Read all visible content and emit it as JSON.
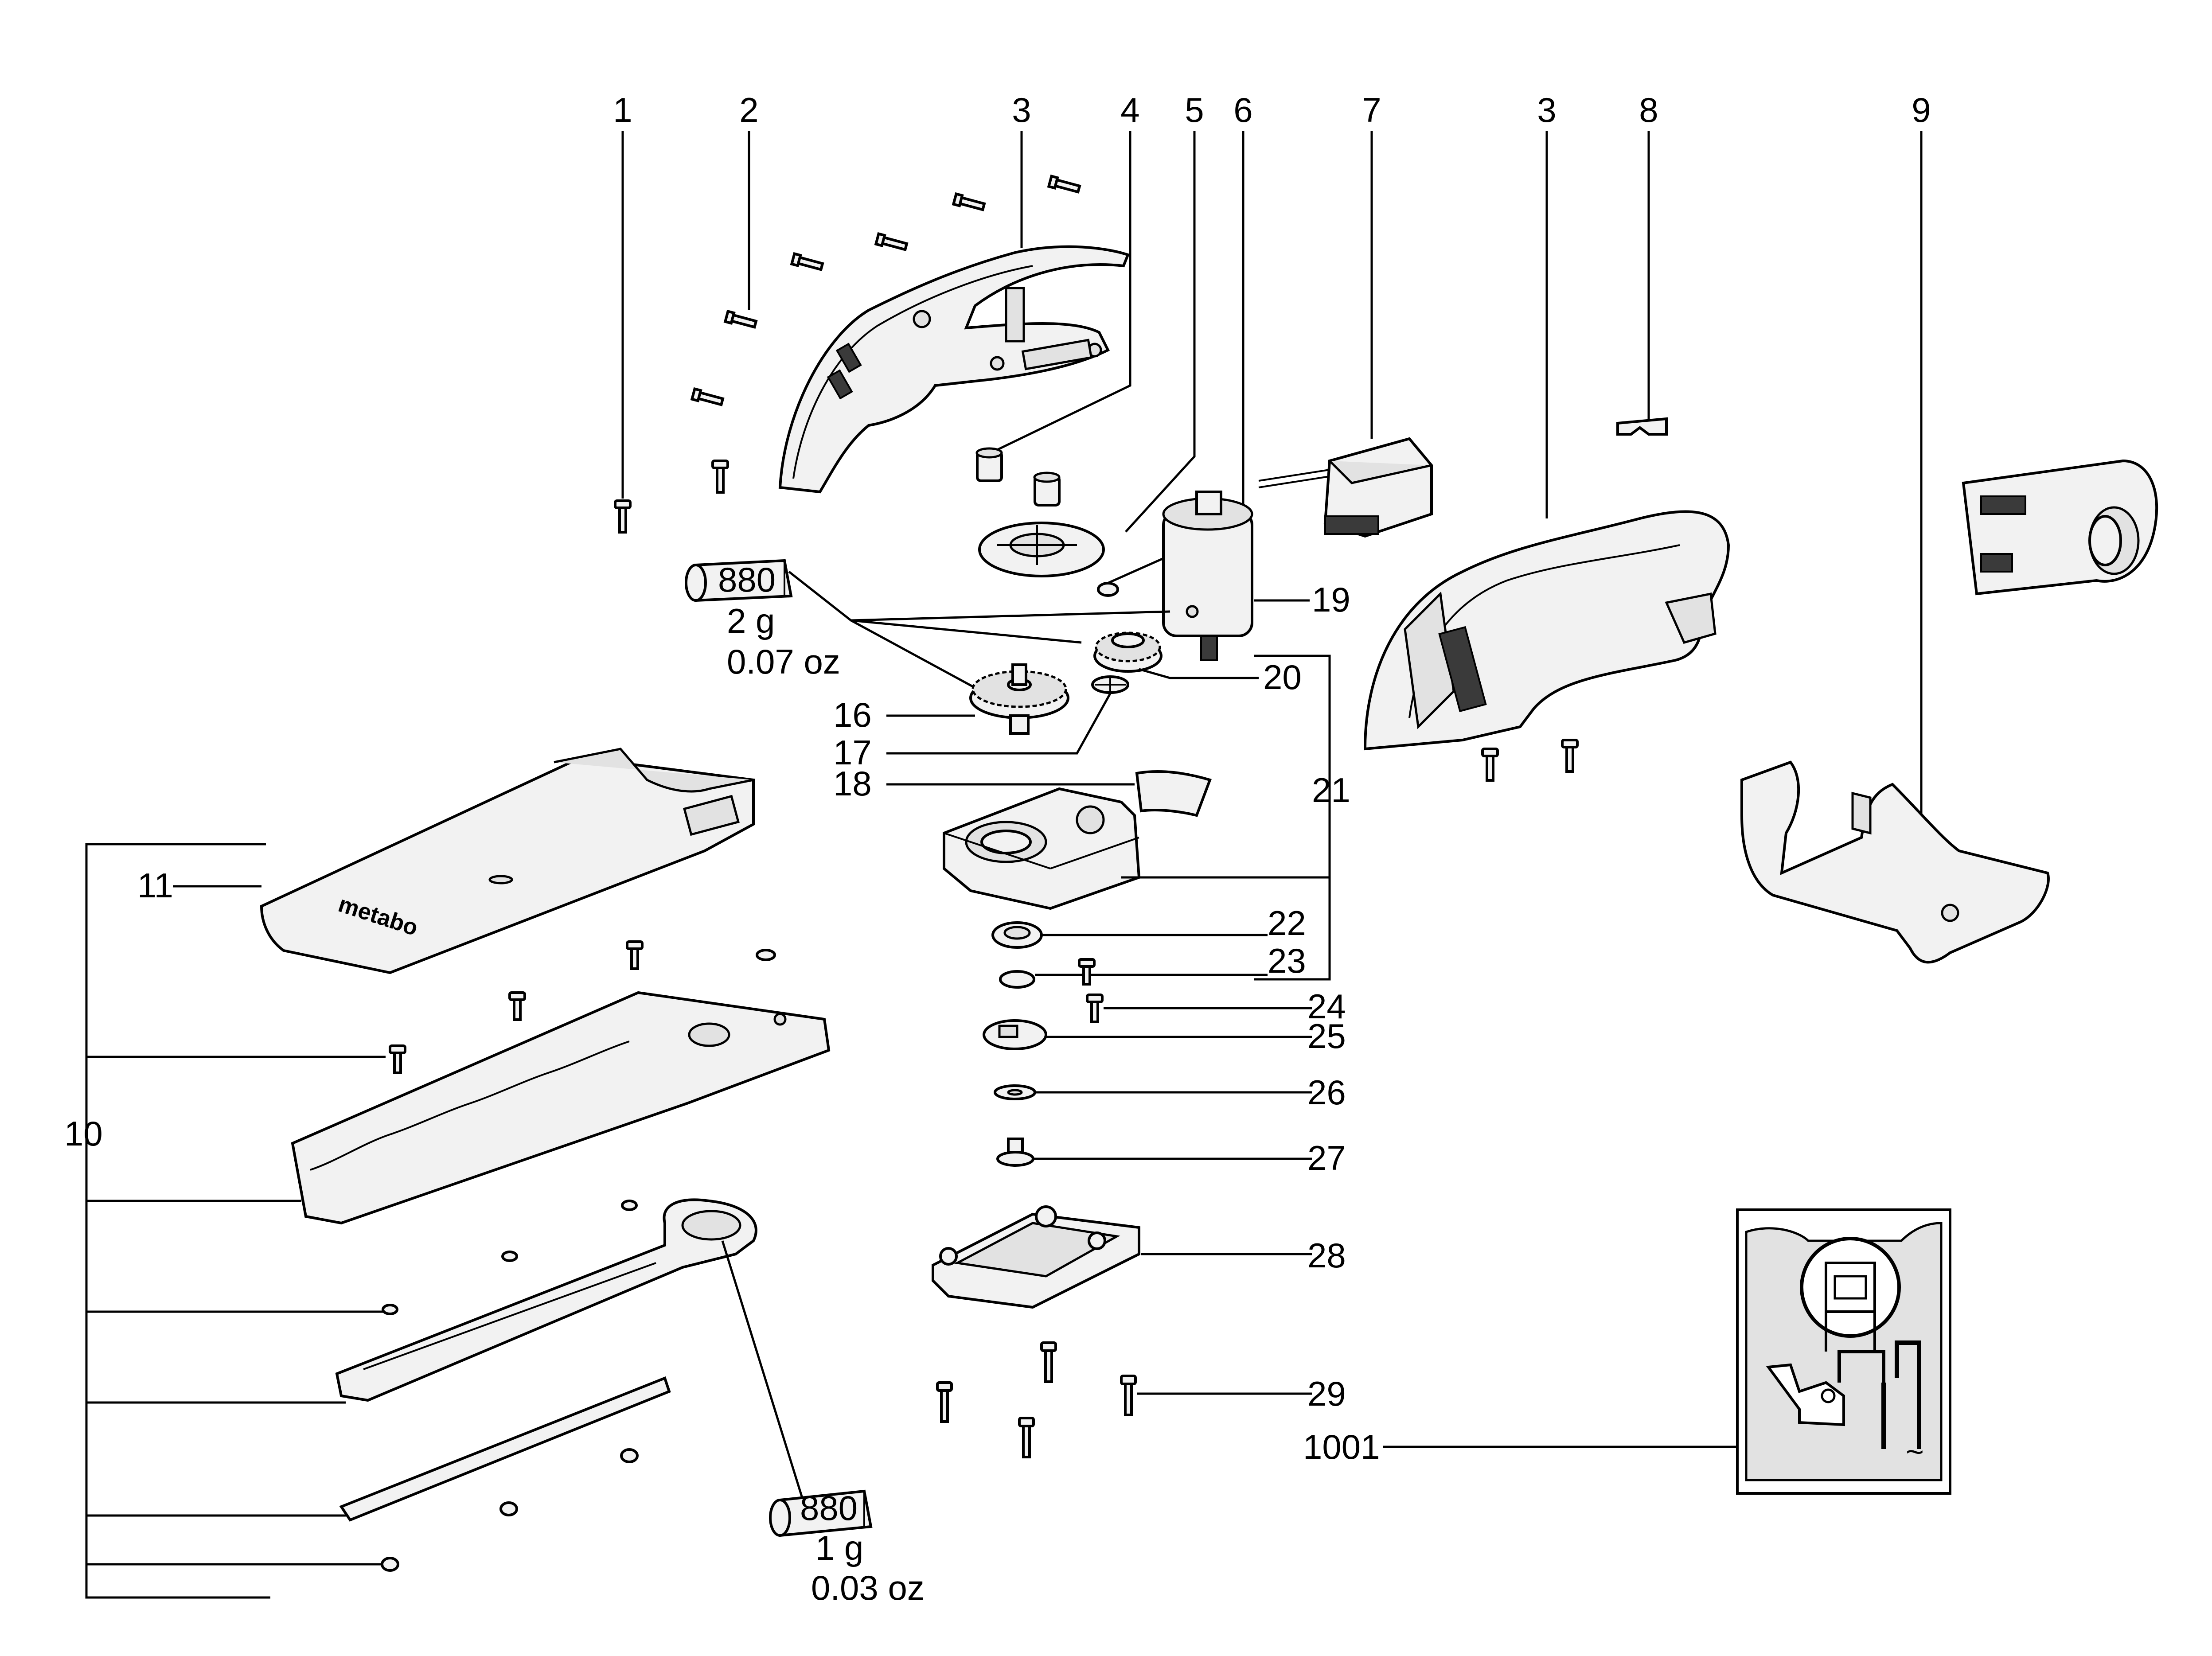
{
  "labels": {
    "l1": "1",
    "l2": "2",
    "l3a": "3",
    "l4": "4",
    "l5": "5",
    "l6": "6",
    "l7": "7",
    "l3b": "3",
    "l8": "8",
    "l9": "9",
    "l10": "10",
    "l11": "11",
    "l16": "16",
    "l17": "17",
    "l18": "18",
    "l19": "19",
    "l20": "20",
    "l21": "21",
    "l22": "22",
    "l23": "23",
    "l24": "24",
    "l25": "25",
    "l26": "26",
    "l27": "27",
    "l28": "28",
    "l29": "29",
    "l1001": "1001"
  },
  "grease_top": {
    "code": "880",
    "amount": "2 g",
    "amount_oz": "0.07 oz"
  },
  "grease_bottom": {
    "code": "880",
    "amount": "1 g",
    "amount_oz": "0.03 oz"
  },
  "brand_marks": [
    "metabo"
  ],
  "wiring_symbol": "~"
}
